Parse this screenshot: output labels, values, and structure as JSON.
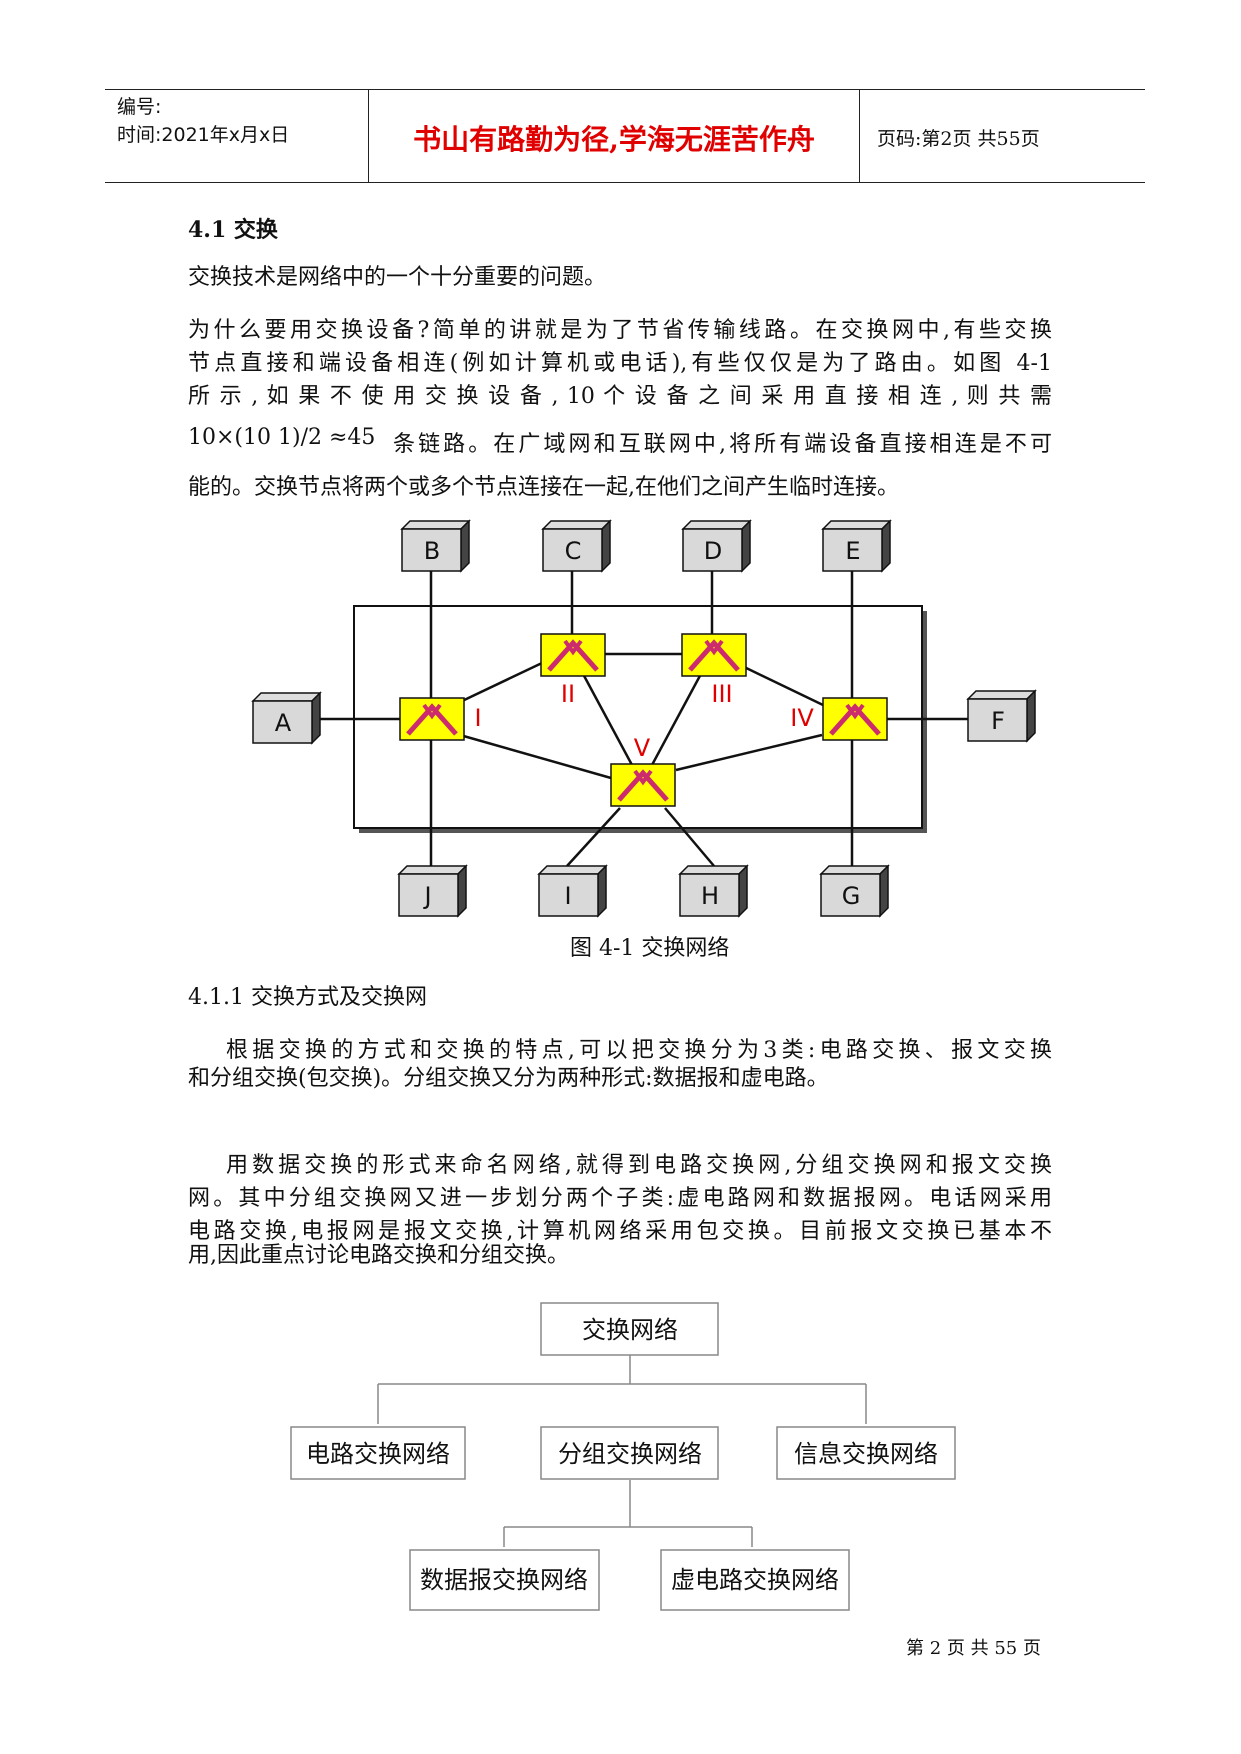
{
  "header": {
    "number_label": "编号:",
    "time_label": "时间:2021年x月x日",
    "motto": "书山有路勤为径,学海无涯苦作舟",
    "page_info": "页码:第2页 共55页"
  },
  "section": {
    "heading": "4.1 交换",
    "p1": "交换技术是网络中的一个十分重要的问题。",
    "p2_lines": [
      "为什么要用交换设备?简单的讲就是为了节省传输线路。在交换网中,有些交换",
      "节点直接和端设备相连(例如计算机或电话),有些仅仅是为了路由。如图 4-1",
      "所 示 , 如 果 不 使 用 交 换 设 备 , 10 个 设 备 之 间 采 用 直 接 相 连 , 则 共 需"
    ],
    "formula": "10×(10   1)/2 ≈45",
    "p2_line4_tail": "条链路。在广域网和互联网中,将所有端设备直接相连是不可",
    "p2_line5": "能的。交换节点将两个或多个节点连接在一起,在他们之间产生临时连接。"
  },
  "figure1": {
    "caption": "图 4-1  交换网络",
    "terminals": [
      "A",
      "B",
      "C",
      "D",
      "E",
      "F",
      "G",
      "H",
      "I",
      "J"
    ],
    "switch_labels": [
      "I",
      "II",
      "III",
      "IV",
      "V"
    ],
    "accent_color": "#e00000",
    "switch_fill": "#ffff00"
  },
  "subsection": {
    "heading": "4.1.1 交换方式及交换网",
    "p3_lines": [
      "根据交换的方式和交换的特点,可以把交换分为3类:电路交换、报文交换",
      "和分组交换(包交换)。分组交换又分为两种形式:数据报和虚电路。"
    ],
    "p4_lines": [
      "用数据交换的形式来命名网络,就得到电路交换网,分组交换网和报文交换",
      "网。其中分组交换网又进一步划分两个子类:虚电路网和数据报网。电话网采用",
      "电路交换,电报网是报文交换,计算机网络采用包交换。目前报文交换已基本不",
      "用,因此重点讨论电路交换和分组交换。"
    ]
  },
  "tree": {
    "root": "交换网络",
    "level1": [
      "电路交换网络",
      "分组交换网络",
      "信息交换网络"
    ],
    "level2": [
      "数据报交换网络",
      "虚电路交换网络"
    ]
  },
  "footer": {
    "page": "第 2 页 共 55 页"
  }
}
